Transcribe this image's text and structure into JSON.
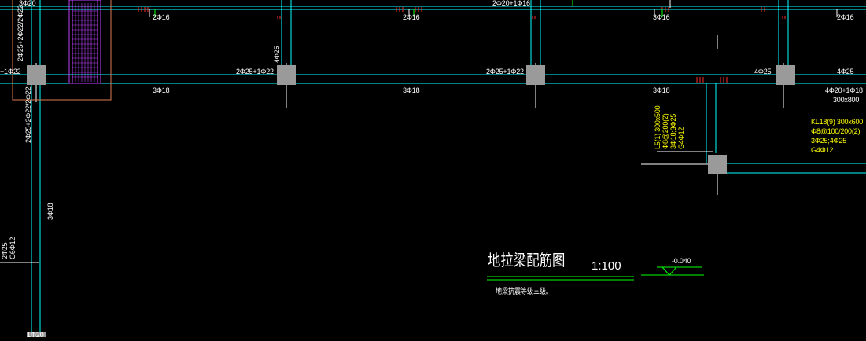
{
  "drawing": {
    "title": "地拉梁配筋图",
    "scale": "1:100",
    "note": "地梁抗震等级三级。",
    "elevation": "-0.040"
  },
  "labels": {
    "top_left": "3Φ20",
    "top_mid": "2Φ20+1Φ16",
    "top_2phi16_a": "2Φ16",
    "top_2phi16_b": "2Φ16",
    "top_3phi16": "3Φ16",
    "top_2phi16_right": "2Φ16",
    "row_left": "+1Φ22",
    "row_a": "2Φ25+1Φ22",
    "row_b": "2Φ25+1Φ22",
    "row_c": "4Φ25",
    "row_right": "4Φ25",
    "bot_a": "3Φ18",
    "bot_b": "3Φ18",
    "bot_c": "3Φ18",
    "bot_right": "4Φ20+1Φ18",
    "bot_right_size": "300x800",
    "left_vert_top": "2Φ25+2Φ22/2Φ22",
    "left_vert_mid": "2Φ25+2Φ22/2Φ22",
    "left_vert_3phi18": "3Φ18",
    "left_vert_2phi25": "2Φ25",
    "left_vert_g6": "G6Φ12",
    "col_vert_4phi25": "4Φ25",
    "bottom_left": "1Φ20",
    "l5": {
      "line1": "L5(1) 300x500",
      "line2": "Φ8@200(2)",
      "line3": "3Φ18;3Φ25",
      "line4": "G4Φ12"
    },
    "kl": {
      "line1": "KL18(9) 300x600",
      "line2": "Φ8@100/200(2)",
      "line3": "3Φ25;4Φ25",
      "line4": "G4Φ12"
    }
  },
  "colors": {
    "beam_line": "#00ffff",
    "yellow_text": "#ffff00",
    "column_fill": "#9a9a9a",
    "red_mark": "#ff2a2a",
    "orange_outline": "#e07a50",
    "magenta_outline": "#c040ff",
    "white": "#ffffff",
    "green_line": "#00ff00"
  }
}
